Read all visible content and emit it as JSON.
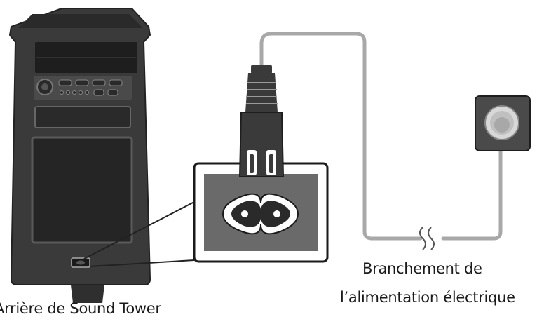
{
  "captions": {
    "tower_back": "Arrière de Sound Tower",
    "power_line1": "Branchement de",
    "power_line2": "l’alimentation électrique"
  },
  "colors": {
    "tower_body": "#3a3a3a",
    "tower_dark": "#262626",
    "tower_panel": "#5a5a5a",
    "cable": "#a8a8a8",
    "outlet": "#4a4a4a",
    "text": "#1a1a1a"
  }
}
